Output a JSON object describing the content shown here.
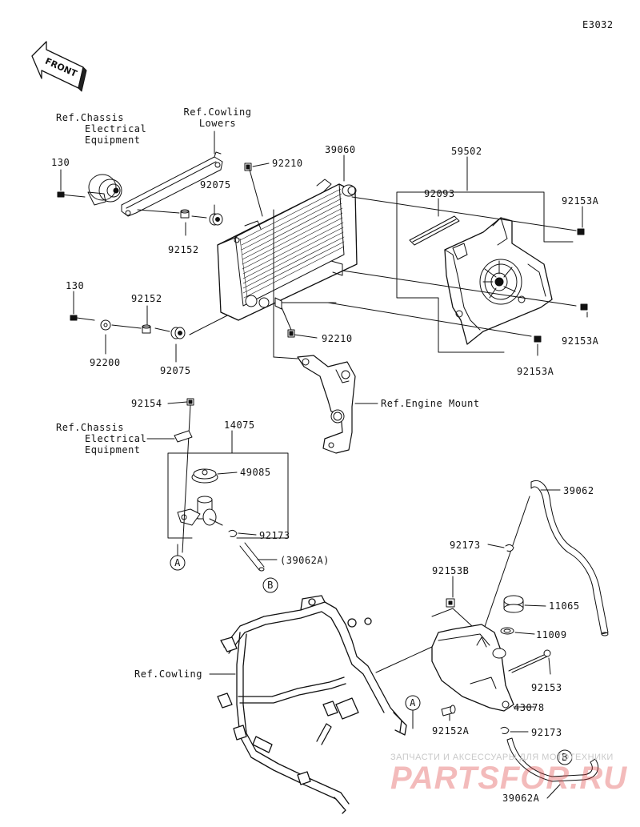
{
  "diagram_code": "E3032",
  "front_label": "FRONT",
  "labels": {
    "ref_chassis_1": [
      "Ref.Chassis",
      "Electrical",
      "Equipment"
    ],
    "ref_cowling_lowers": [
      "Ref.Cowling",
      "Lowers"
    ],
    "p130_a": "130",
    "p130_b": "130",
    "p92210_a": "92210",
    "p39060": "39060",
    "p59502": "59502",
    "p92075_a": "92075",
    "p92093": "92093",
    "p92153A_a": "92153A",
    "p92152_a": "92152",
    "p92152_b": "92152",
    "p92200": "92200",
    "p92075_b": "92075",
    "p92210_b": "92210",
    "p92153A_b": "92153A",
    "p92153A_c": "92153A",
    "p92154": "92154",
    "ref_engine_mount": "Ref.Engine Mount",
    "ref_chassis_2": [
      "Ref.Chassis",
      "Electrical",
      "Equipment"
    ],
    "p14075": "14075",
    "p49085": "49085",
    "p92173_a": "92173",
    "p39062A_paren": "(39062A)",
    "p39062": "39062",
    "p92173_b": "92173",
    "p92153B": "92153B",
    "p11065": "11065",
    "p11009": "11009",
    "ref_cowling": "Ref.Cowling",
    "p92153": "92153",
    "p43078": "43078",
    "p92152A": "92152A",
    "p92173_c": "92173",
    "p39062A": "39062A",
    "marker_a1": "A",
    "marker_b1": "B",
    "marker_a2": "A",
    "marker_b2": "B"
  },
  "watermark": {
    "line1": "ЗАПЧАСТИ И АКСЕССУАРЫ ДЛЯ МОТОТЕХНИКИ",
    "line2": "PARTSFOR.RU"
  }
}
